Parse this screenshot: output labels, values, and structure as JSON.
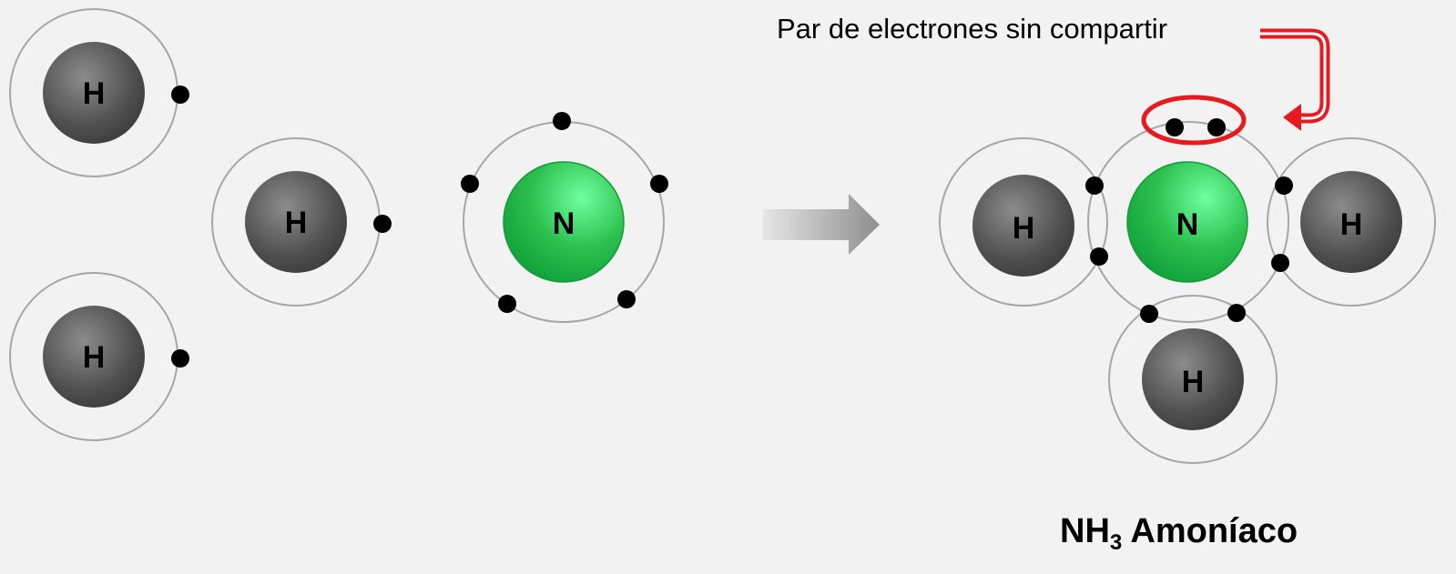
{
  "atoms": {
    "hydrogen_symbol": "H",
    "nitrogen_symbol": "N"
  },
  "annotation": {
    "lone_pair": "Par de electrones sin compartir"
  },
  "product": {
    "formula_base": "NH",
    "formula_subscript": "3",
    "name": "Amoníaco"
  },
  "colors": {
    "background": "#f2f2f2",
    "hydrogen_nucleus": "#5a5a5a",
    "nitrogen_nucleus": "#2ec14f",
    "orbit": "#a6a6a6",
    "electron": "#000000",
    "highlight": "#e8191f",
    "arrow": "#9a9a9a"
  }
}
